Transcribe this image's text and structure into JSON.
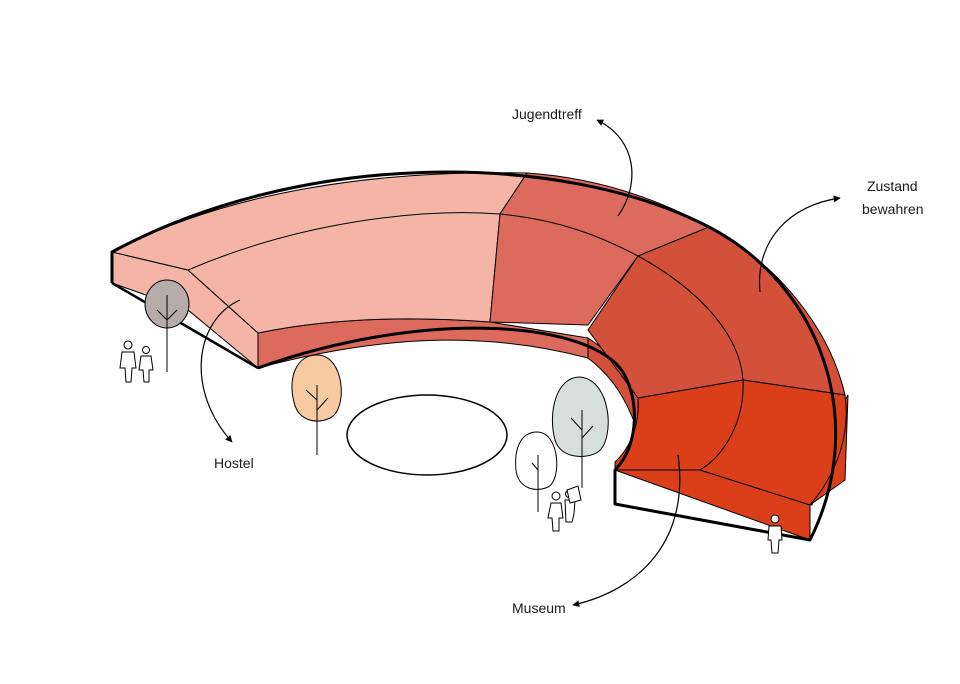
{
  "labels": {
    "jugendtreff": "Jugendtreff",
    "zustand_line1": "Zustand",
    "zustand_line2": "bewahren",
    "hostel": "Hostel",
    "museum": "Museum"
  },
  "colors": {
    "hostel": "#f4b5a6",
    "jugendtreff": "#dc6b5e",
    "zustand": "#d3503a",
    "museum": "#da3f1a",
    "tree_orange": "#f8caa2",
    "tree_green": "#d5dfdc",
    "tree_gray": "#b6aca9",
    "outline": "#000000"
  }
}
